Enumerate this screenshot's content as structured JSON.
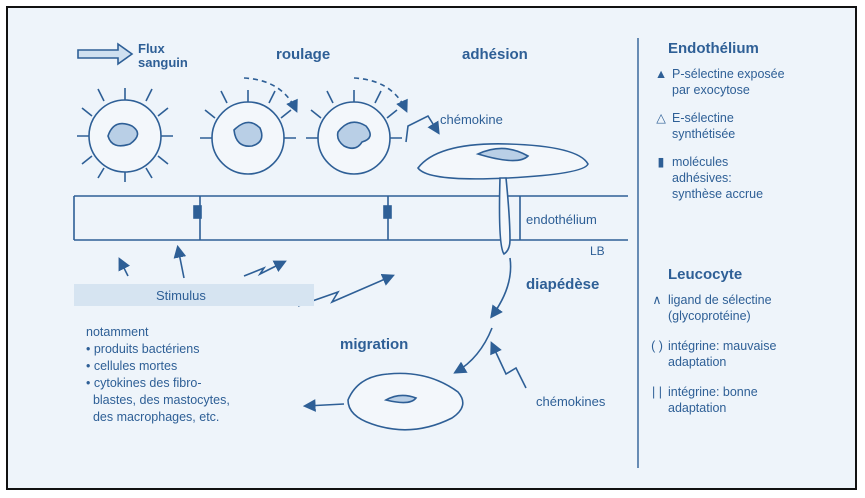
{
  "diagram": {
    "labels": {
      "flux": "Flux\nsanguin",
      "roulage": "roulage",
      "adhesion": "adhésion",
      "chemokine": "chémokine",
      "endothelium_label": "endothélium",
      "lb": "LB",
      "diapedese": "diapédèse",
      "migration": "migration",
      "chemokines": "chémokines",
      "stimulus": "Stimulus"
    },
    "notes": {
      "intro": "notamment",
      "items": [
        "• produits bactériens",
        "• cellules mortes",
        "• cytokines des fibro-",
        "  blastes, des mastocytes,",
        "  des macrophages, etc."
      ]
    }
  },
  "legend": {
    "endothelium": {
      "title": "Endothélium",
      "items": [
        {
          "symbol": "▲",
          "text": "P-sélectine exposée\npar exocytose"
        },
        {
          "symbol": "△",
          "text": "E-sélectine\nsynthétisée"
        },
        {
          "symbol": "▮",
          "text": "molécules\nadhésives:\nsynthèse accrue"
        }
      ]
    },
    "leucocyte": {
      "title": "Leucocyte",
      "items": [
        {
          "symbol": "∧",
          "text": "ligand de sélectine\n(glycoprotéine)"
        },
        {
          "symbol": "( )",
          "text": "intégrine: mauvaise\nadaptation"
        },
        {
          "symbol": "| |",
          "text": "intégrine: bonne\nadaptation"
        }
      ]
    }
  },
  "colors": {
    "ink": "#2e5f96",
    "background": "#eef4fa",
    "border": "#111111"
  }
}
